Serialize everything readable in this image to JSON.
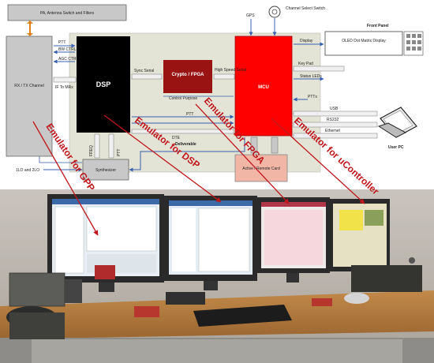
{
  "diagram": {
    "blocks": {
      "pa": "PA, Antenna Switch and Filters",
      "rxtx": "RX / TX Channel",
      "dsp": "DSP",
      "crypto": "Crypto / FPGA",
      "mcu": "MCU",
      "synth": "Synthesizer",
      "lo": "1LO and 2LO",
      "frontpanel": "Front Panel",
      "oled": "OLED Dot Matrix Display",
      "gps": "GPS",
      "channel_select": "Channel Select Switch",
      "active_remote": "Active / Remote Card",
      "user_pc": "User PC"
    },
    "signals": {
      "ptt": "PTT",
      "bw_ctrl": "BW CTRL",
      "agc_ctrl": "AGC CTRL",
      "if_to_mrx": "IF To MRx",
      "sync_serial": "Sync Serial",
      "high_speed_serial": "High Speed Serial",
      "control_purpose": "Control Purpose",
      "display": "Display",
      "key_pad": "Key Pad",
      "status_leds": "Status LEDs",
      "ptt_x": "PTTx",
      "usb": "USB",
      "rs232": "RS232",
      "ethernet": "Ethernet",
      "dte": "DTE",
      "deliverable": "Deliverable",
      "ptt2": "PTT",
      "freq": "FREQ",
      "ftt": "PTT"
    },
    "emulators": [
      "Emulator for GPP",
      "Emulator for DSP",
      "Emulator for FPGA",
      "Emulator for uController"
    ]
  },
  "colors": {
    "dsp": "#000000",
    "mcu": "#ff0000",
    "crypto": "#cc1a1a",
    "emulator_text": "#c0161c",
    "block_gray": "#c8c8c8",
    "bus_blue": "#3a5fb0"
  }
}
